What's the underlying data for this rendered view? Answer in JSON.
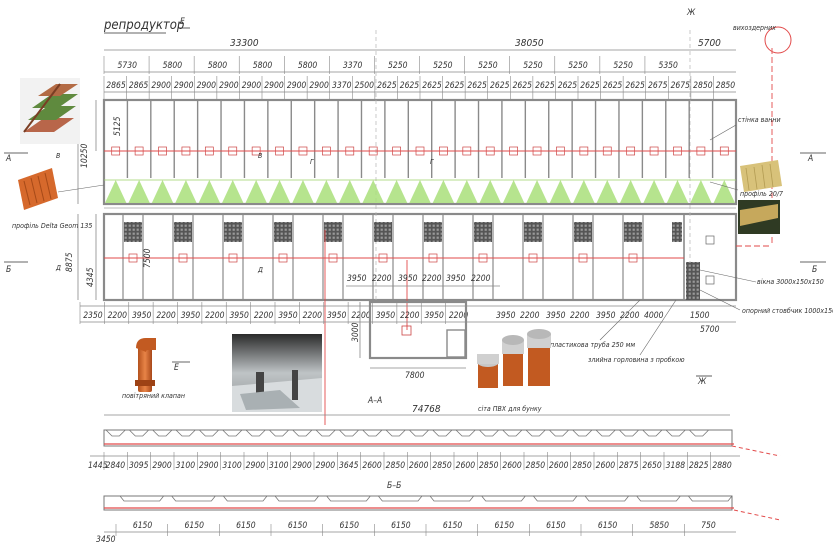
{
  "title": "репродуктор",
  "axis_letters": {
    "e": "Е",
    "zh": "Ж"
  },
  "section_marks": {
    "a": "А",
    "b": "Б",
    "v": "В",
    "g": "Г",
    "d": "Д"
  },
  "top_totals": [
    "33300",
    "38050",
    "5700"
  ],
  "top_row2": [
    "5730",
    "5800",
    "5800",
    "5800",
    "5800",
    "3370",
    "5250",
    "5250",
    "5250",
    "5250",
    "5250",
    "5250",
    "5350"
  ],
  "top_row3": [
    "2865",
    "2865",
    "2900",
    "2900",
    "2900",
    "2900",
    "2900",
    "2900",
    "2900",
    "2900",
    "3370",
    "2500",
    "2625",
    "2625",
    "2625",
    "2625",
    "2625",
    "2625",
    "2625",
    "2625",
    "2625",
    "2625",
    "2625",
    "2625",
    "2675",
    "2675",
    "2850",
    "2850"
  ],
  "left_dims": [
    "5125",
    "10250",
    "8875",
    "7500",
    "4345"
  ],
  "bottom_row": [
    "2350",
    "2200",
    "3950",
    "2200",
    "3950",
    "2200",
    "3950",
    "2200",
    "3950",
    "2200",
    "3950",
    "2200",
    "3950",
    "2200",
    "3950",
    "2200"
  ],
  "bottom_row_right": [
    "3950",
    "2200",
    "3950",
    "2200",
    "3950",
    "2200",
    "4000",
    "1500",
    "5700"
  ],
  "annex": {
    "width": "7800",
    "height": "3000"
  },
  "labels": {
    "ventilator": "вихоздерних",
    "wall": "стінка ванни",
    "profile_right": "профіль 20/7",
    "profile_left": "профіль Delta Geom 135",
    "hatch": "вікна 3000х150х150",
    "column": "опорний стовбчик 1000х150х150",
    "pipe": "пластикова труба 250 мм",
    "gutter": "злийна горловина з пробкою",
    "valve": "повітряний клапан",
    "sieve": "сіта ПВХ для бунку",
    "section_aa": "А–А",
    "section_bb": "Б–Б"
  },
  "section_aa": {
    "total": "74768",
    "dims": [
      "1445",
      "2840",
      "3095",
      "2900",
      "3100",
      "2900",
      "3100",
      "2900",
      "3100",
      "2900",
      "2900",
      "3645",
      "2600",
      "2850",
      "2600",
      "2850",
      "2600",
      "2850",
      "2600",
      "2850",
      "2600",
      "2850",
      "2600",
      "2875",
      "2650",
      "3188",
      "2825",
      "2880"
    ]
  },
  "section_bb": {
    "dims": [
      "3450",
      "6150",
      "6150",
      "6150",
      "6150",
      "6150",
      "6150",
      "6150",
      "6150",
      "6150",
      "6150",
      "5850",
      "750"
    ]
  },
  "colors": {
    "line": "#8a8a8a",
    "wall": "#6e6e6e",
    "red": "#e24a4a",
    "green": "#a9df7a",
    "dark": "#3a3a3a",
    "orange": "#d6692c"
  }
}
